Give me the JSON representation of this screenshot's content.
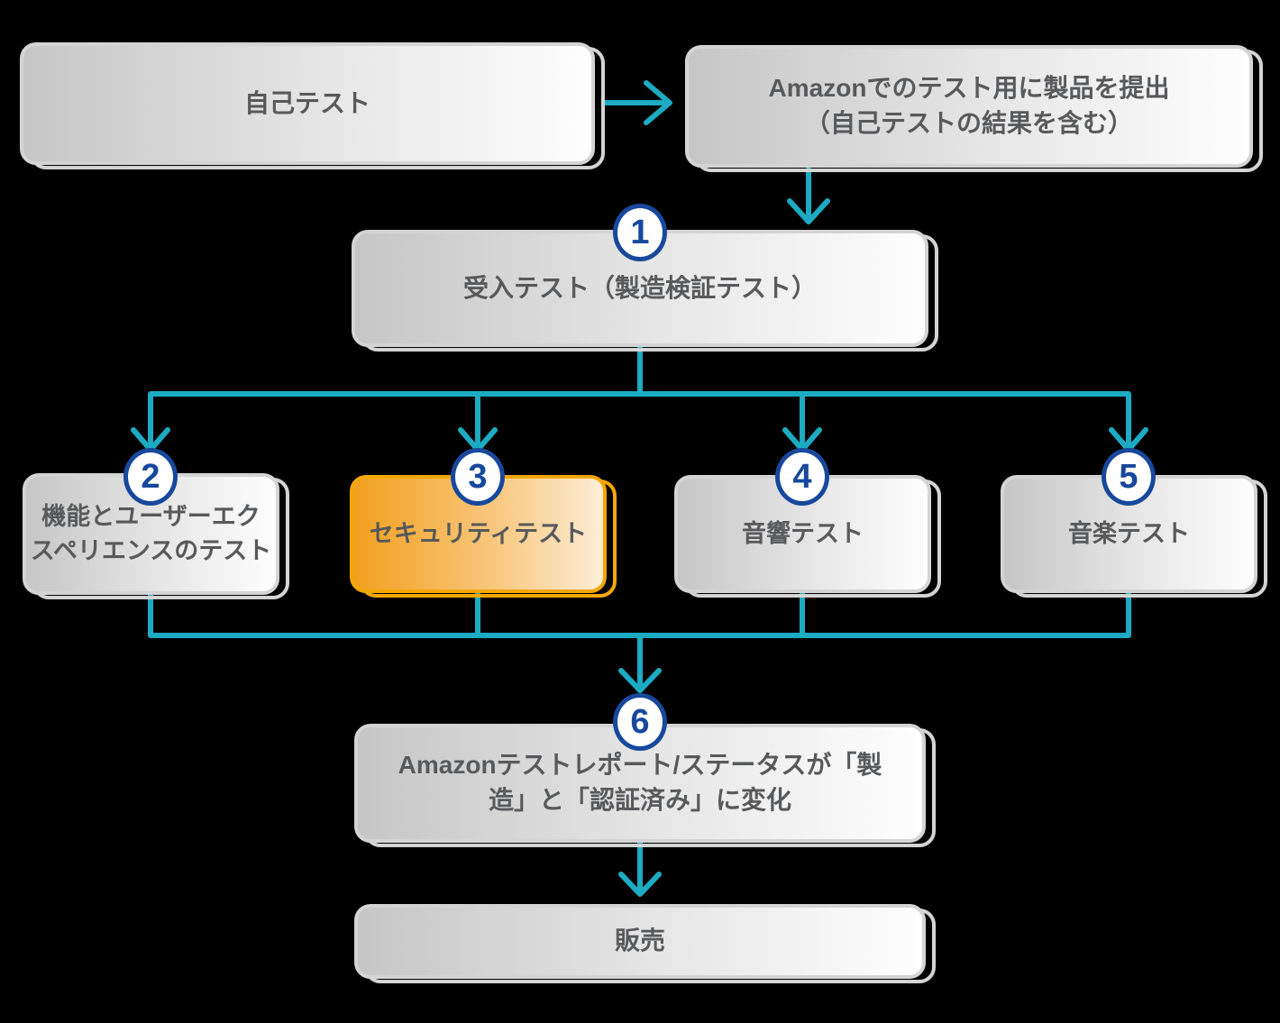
{
  "colors": {
    "background": "#000000",
    "arrow_teal": "#1CABC2",
    "badge_navy": "#17489C",
    "box_border_gray": "#D4D4D4",
    "box_gradient_gray_start": "#C6C6C6",
    "box_gradient_gray_end": "#FEFEFE",
    "highlight_orange_border": "#F4A705",
    "highlight_orange_start": "#F2A01E",
    "highlight_orange_end": "#FCEED6",
    "text_gray": "#58595B"
  },
  "nodes": {
    "self_test": {
      "lines": [
        "自己テスト"
      ]
    },
    "submit": {
      "lines": [
        "Amazonでのテスト用に製品を提出",
        "（自己テストの結果を含む）"
      ]
    },
    "step1": {
      "badge": "1",
      "lines": [
        "受入テスト（製造検証テスト）"
      ]
    },
    "step2": {
      "badge": "2",
      "lines": [
        "機能とユーザーエク",
        "スペリエンスのテスト"
      ]
    },
    "step3": {
      "badge": "3",
      "lines": [
        "セキュリティテスト"
      ]
    },
    "step4": {
      "badge": "4",
      "lines": [
        "音響テスト"
      ]
    },
    "step5": {
      "badge": "5",
      "lines": [
        "音楽テスト"
      ]
    },
    "step6": {
      "badge": "6",
      "lines": [
        "Amazonテストレポート/ステータスが「製",
        "造」と「認証済み」に変化"
      ]
    },
    "sale": {
      "lines": [
        "販売"
      ]
    }
  }
}
